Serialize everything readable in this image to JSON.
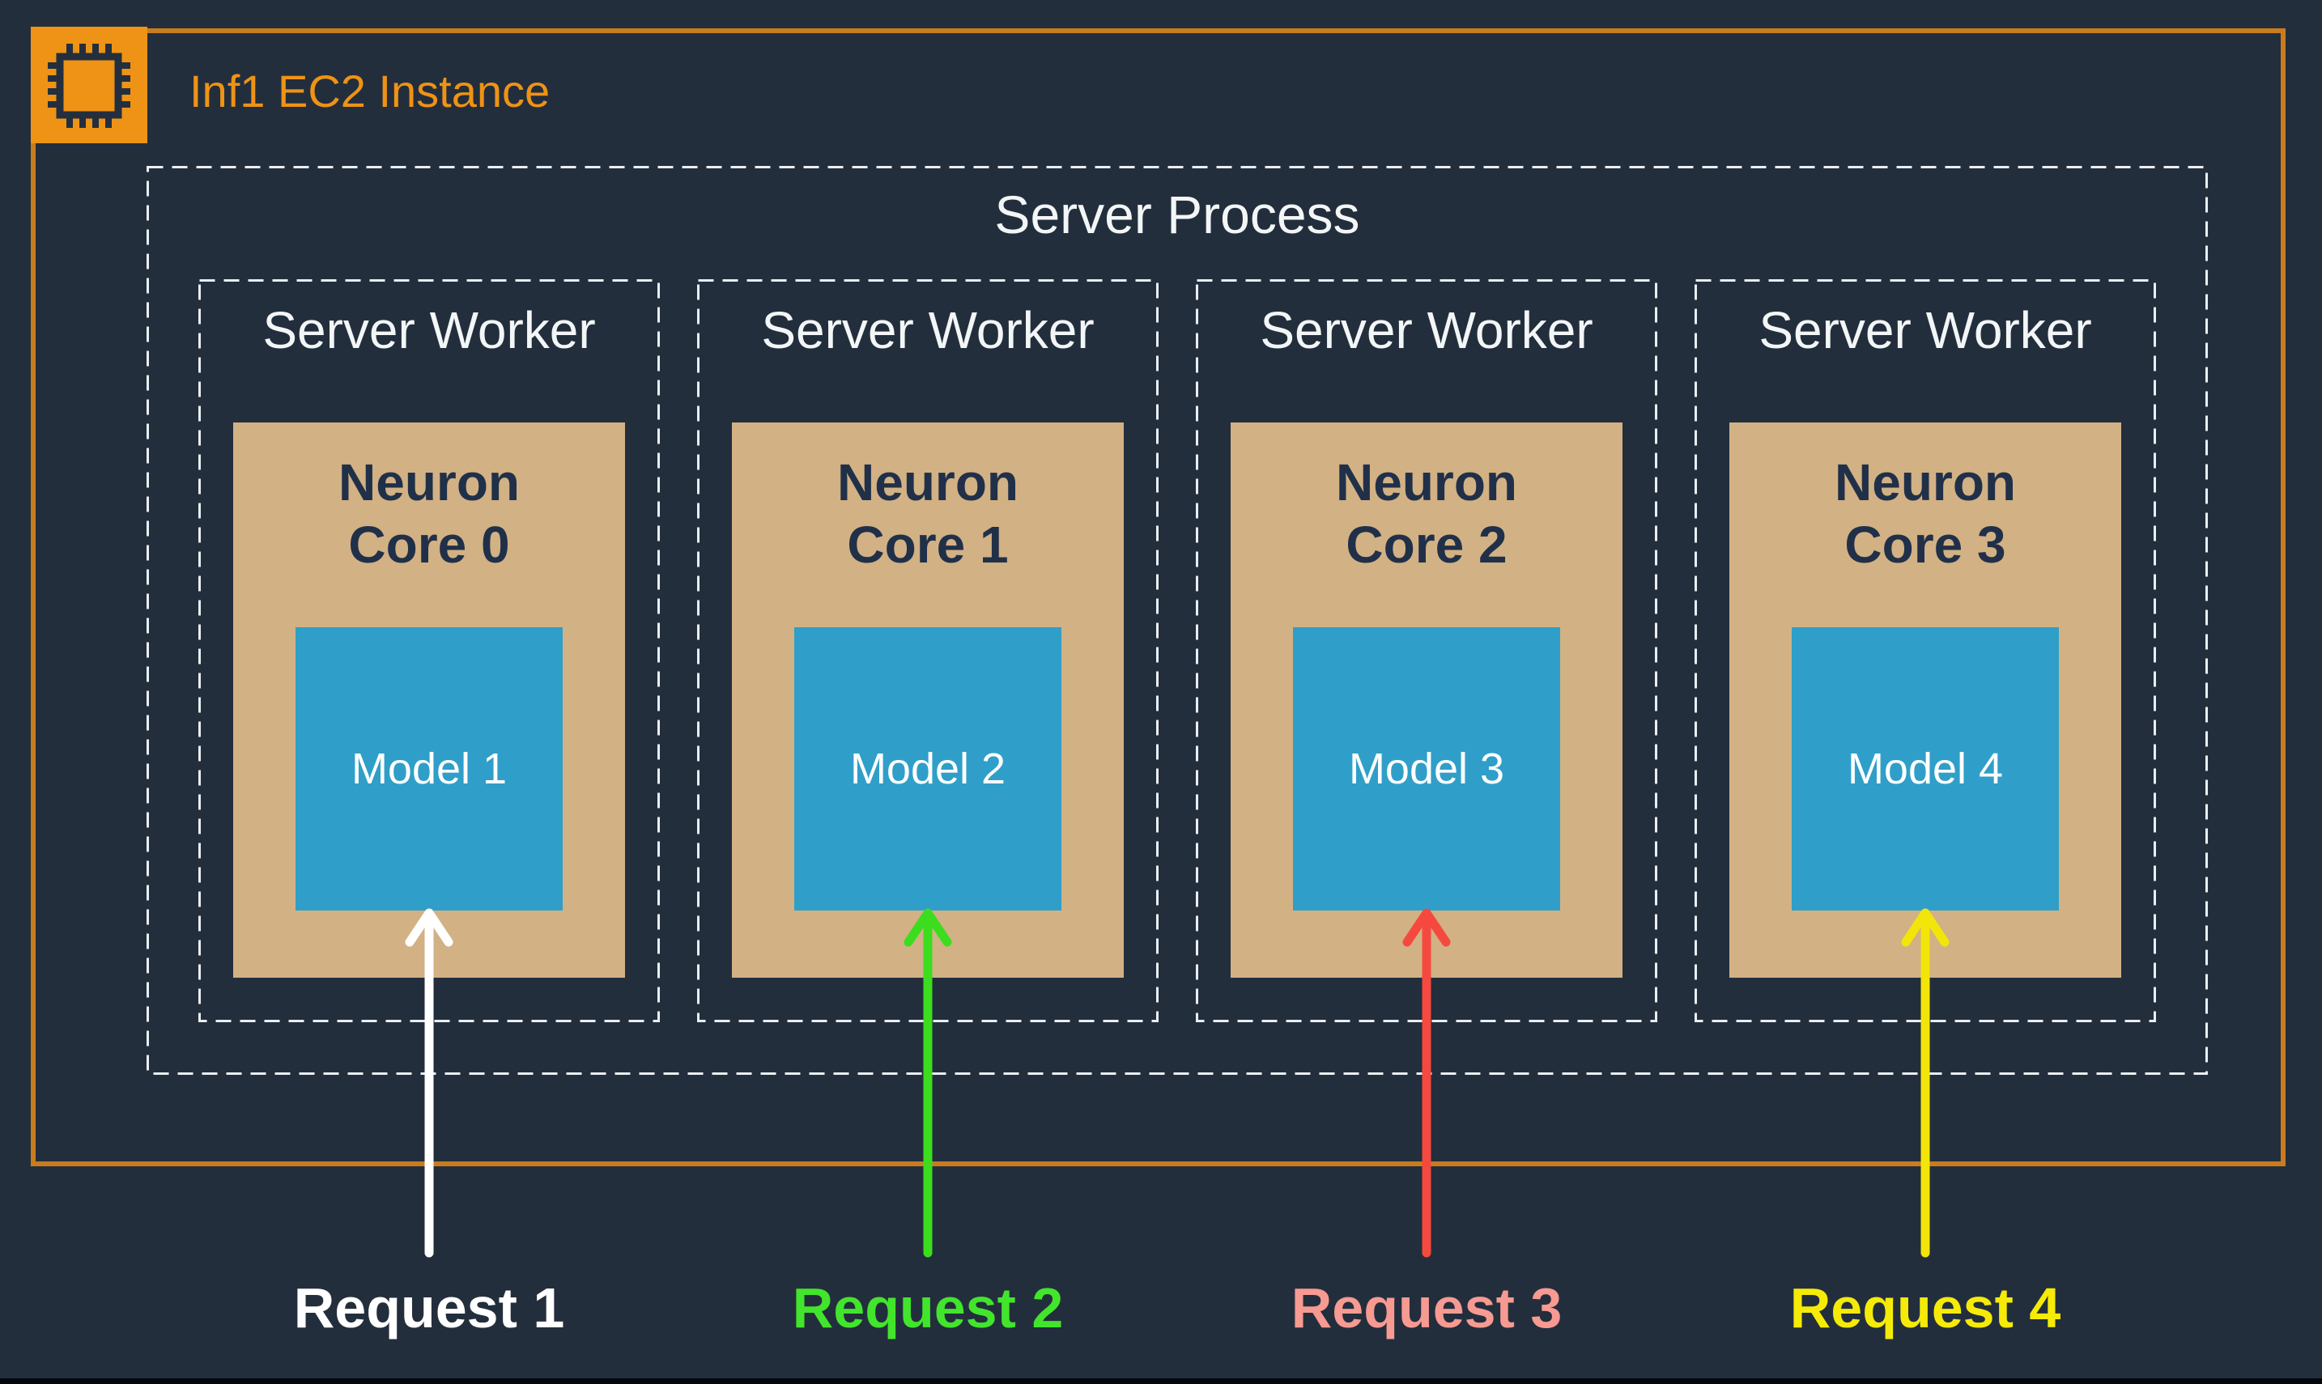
{
  "header": {
    "title": "Inf1 EC2 Instance",
    "icon": "chip-icon"
  },
  "server_process": {
    "label": "Server Process"
  },
  "workers": [
    {
      "label": "Server Worker",
      "core_line1": "Neuron",
      "core_line2": "Core 0",
      "model": "Model 1"
    },
    {
      "label": "Server Worker",
      "core_line1": "Neuron",
      "core_line2": "Core 1",
      "model": "Model 2"
    },
    {
      "label": "Server Worker",
      "core_line1": "Neuron",
      "core_line2": "Core 2",
      "model": "Model 3"
    },
    {
      "label": "Server Worker",
      "core_line1": "Neuron",
      "core_line2": "Core 3",
      "model": "Model 4"
    }
  ],
  "requests": [
    {
      "label": "Request 1",
      "label_color": "#ffffff",
      "arrow_color": "#ffffff"
    },
    {
      "label": "Request 2",
      "label_color": "#42e52c",
      "arrow_color": "#3cdd1e"
    },
    {
      "label": "Request 3",
      "label_color": "#f79a92",
      "arrow_color": "#f5493f"
    },
    {
      "label": "Request 4",
      "label_color": "#f5eb07",
      "arrow_color": "#f2e50a"
    }
  ],
  "colors": {
    "background": "#232e3d",
    "accent_orange": "#ee9315",
    "border_orange": "#c87c1e",
    "dashed_border": "#e9eef2",
    "neuron_core_fill": "#d2b184",
    "model_fill": "#2f9fc9",
    "core_text": "#213049",
    "light_text": "#f3f6f6"
  }
}
